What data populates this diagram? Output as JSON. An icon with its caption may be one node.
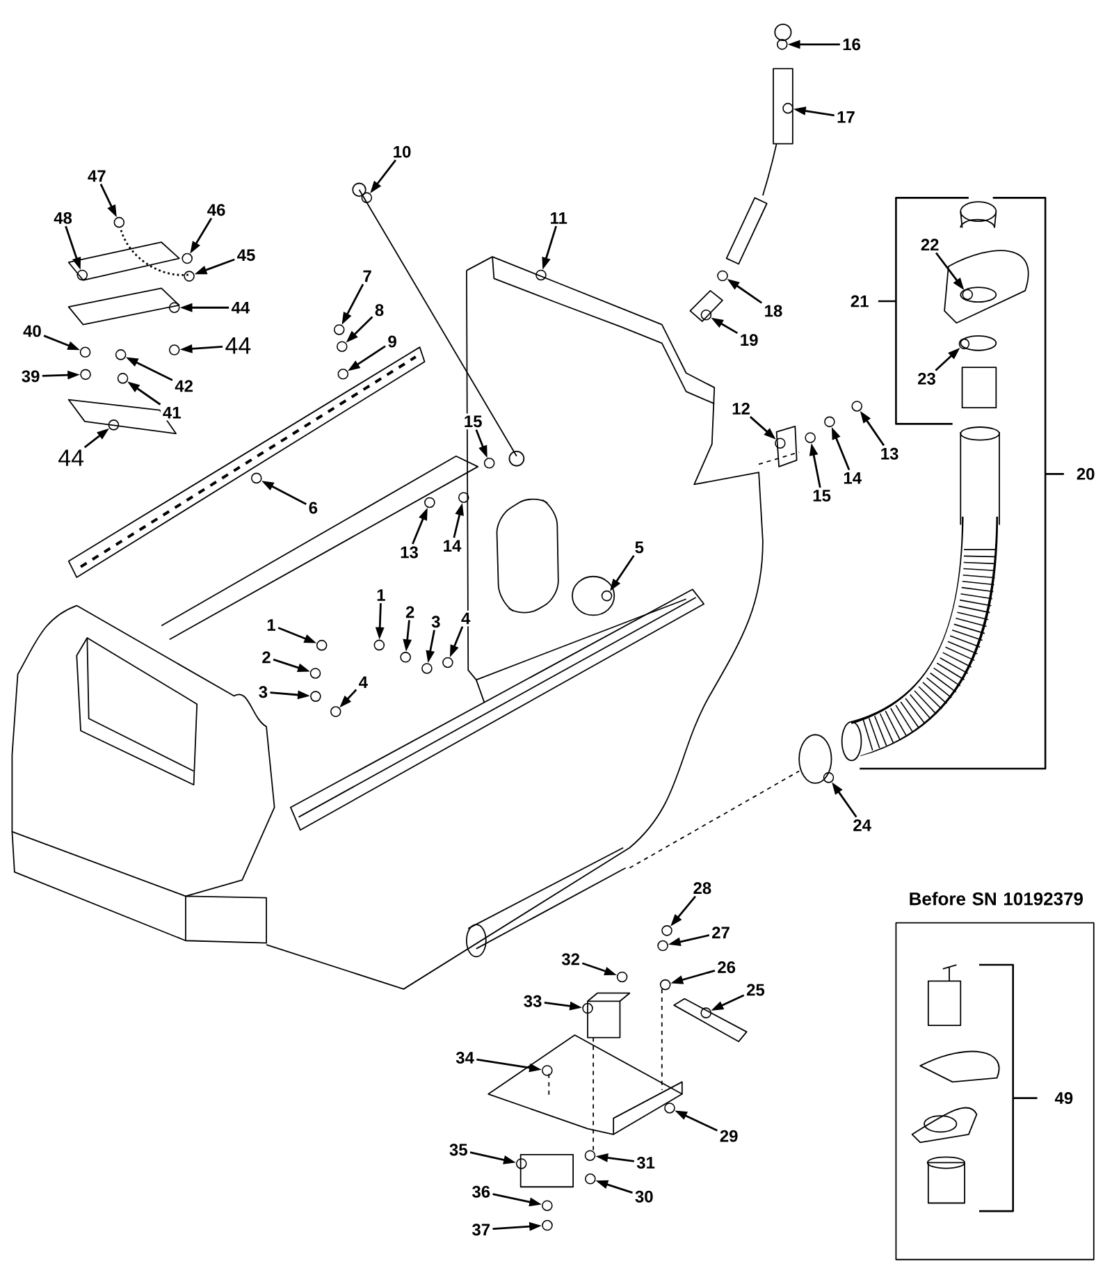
{
  "diagram": {
    "nodes": [
      {
        "text": [
          "16"
        ]
      },
      {
        "text": [
          "17"
        ]
      },
      {
        "text": [
          "10"
        ]
      },
      {
        "text": [
          "47"
        ]
      },
      {
        "text": [
          "46"
        ]
      },
      {
        "text": [
          "11"
        ]
      },
      {
        "text": [
          "48"
        ]
      },
      {
        "text": [
          "22"
        ]
      },
      {
        "text": [
          "45"
        ]
      },
      {
        "text": [
          "7"
        ]
      },
      {
        "text": [
          "44"
        ]
      },
      {
        "text": [
          "18"
        ]
      },
      {
        "text": [
          "8"
        ]
      },
      {
        "text": [
          "40"
        ]
      },
      {
        "text": [
          "19"
        ]
      },
      {
        "text": [
          "44"
        ]
      },
      {
        "text": [
          "9"
        ]
      },
      {
        "text": [
          "39"
        ]
      },
      {
        "text": [
          "23"
        ]
      },
      {
        "text": [
          "42"
        ]
      },
      {
        "text": [
          "12"
        ]
      },
      {
        "text": [
          "41"
        ]
      },
      {
        "text": [
          "15"
        ]
      },
      {
        "text": [
          "13"
        ]
      },
      {
        "text": [
          "44"
        ]
      },
      {
        "text": [
          "14"
        ]
      },
      {
        "text": [
          "15"
        ]
      },
      {
        "text": [
          "6"
        ]
      },
      {
        "text": [
          "14"
        ]
      },
      {
        "text": [
          "5"
        ]
      },
      {
        "text": [
          "13"
        ]
      },
      {
        "text": [
          "1"
        ]
      },
      {
        "text": [
          "2"
        ]
      },
      {
        "text": [
          "4"
        ]
      },
      {
        "text": [
          "3"
        ]
      },
      {
        "text": [
          "1"
        ]
      },
      {
        "text": [
          "2"
        ]
      },
      {
        "text": [
          "4"
        ]
      },
      {
        "text": [
          "3"
        ]
      },
      {
        "text": [
          "24"
        ]
      },
      {
        "text": [
          "28"
        ]
      },
      {
        "text": [
          "27"
        ]
      },
      {
        "text": [
          "32"
        ]
      },
      {
        "text": [
          "26"
        ]
      },
      {
        "text": [
          "25"
        ]
      },
      {
        "text": [
          "33"
        ]
      },
      {
        "text": [
          "34"
        ]
      },
      {
        "text": [
          "29"
        ]
      },
      {
        "text": [
          "35"
        ]
      },
      {
        "text": [
          "31"
        ]
      },
      {
        "text": [
          "30"
        ]
      },
      {
        "text": [
          "36"
        ]
      },
      {
        "text": [
          "37"
        ]
      },
      {
        "text": [
          "Before SN 10192379"
        ]
      },
      {
        "text": [],
        "shape": "circle"
      },
      {
        "text": [],
        "shape": "circle"
      },
      {
        "text": [],
        "shape": "circle"
      },
      {
        "text": [],
        "shape": "circle"
      },
      {
        "text": [],
        "shape": "circle"
      },
      {
        "text": [],
        "shape": "circle"
      },
      {
        "text": [],
        "shape": "circle"
      },
      {
        "text": [],
        "shape": "circle"
      },
      {
        "text": [],
        "shape": "circle"
      },
      {
        "text": [],
        "shape": "circle"
      },
      {
        "text": [],
        "shape": "circle"
      },
      {
        "text": [],
        "shape": "circle"
      },
      {
        "text": [],
        "shape": "circle"
      },
      {
        "text": [],
        "shape": "circle"
      },
      {
        "text": [],
        "shape": "circle"
      },
      {
        "text": [],
        "shape": "circle"
      },
      {
        "text": [],
        "shape": "circle"
      },
      {
        "text": [],
        "shape": "circle"
      },
      {
        "text": [],
        "shape": "circle"
      },
      {
        "text": [],
        "shape": "circle"
      },
      {
        "text": [],
        "shape": "circle"
      },
      {
        "text": [],
        "shape": "circle"
      },
      {
        "text": [],
        "shape": "circle"
      },
      {
        "text": [],
        "shape": "circle"
      },
      {
        "text": [],
        "shape": "circle"
      },
      {
        "text": [],
        "shape": "circle"
      },
      {
        "text": [],
        "shape": "circle"
      },
      {
        "text": [],
        "shape": "circle"
      },
      {
        "text": [],
        "shape": "circle"
      },
      {
        "text": [],
        "shape": "circle"
      },
      {
        "text": [],
        "shape": "circle"
      },
      {
        "text": [],
        "shape": "circle"
      },
      {
        "text": [],
        "shape": "circle"
      },
      {
        "text": [],
        "shape": "circle"
      },
      {
        "text": [],
        "shape": "circle"
      },
      {
        "text": [],
        "shape": "circle"
      },
      {
        "text": [],
        "shape": "circle"
      },
      {
        "text": [],
        "shape": "circle"
      },
      {
        "text": [],
        "shape": "circle"
      },
      {
        "text": [],
        "shape": "circle"
      },
      {
        "text": [],
        "shape": "circle"
      },
      {
        "text": [],
        "shape": "circle"
      },
      {
        "text": [],
        "shape": "circle"
      },
      {
        "text": [],
        "shape": "circle"
      },
      {
        "text": [],
        "shape": "circle"
      },
      {
        "text": [],
        "shape": "circle"
      },
      {
        "text": [],
        "shape": "circle"
      },
      {
        "text": [],
        "shape": "circle"
      },
      {
        "text": [],
        "shape": "circle"
      },
      {
        "text": [],
        "shape": "circle"
      },
      {
        "text": [],
        "shape": "circle"
      },
      {
        "text": [],
        "shape": "circle"
      },
      {
        "text": [],
        "shape": "circle"
      }
    ],
    "edges": [
      {
        "from": 0,
        "to": 54,
        "arrow": "to"
      },
      {
        "from": 1,
        "to": 55,
        "arrow": "to"
      },
      {
        "from": 2,
        "to": 56,
        "arrow": "to"
      },
      {
        "from": 3,
        "to": 57,
        "arrow": "to"
      },
      {
        "from": 4,
        "to": 58,
        "arrow": "to"
      },
      {
        "from": 5,
        "to": 59,
        "arrow": "to"
      },
      {
        "from": 6,
        "to": 60,
        "arrow": "to"
      },
      {
        "from": 7,
        "to": 61,
        "arrow": "to"
      },
      {
        "from": 8,
        "to": 62,
        "arrow": "to"
      },
      {
        "from": 9,
        "to": 63,
        "arrow": "to"
      },
      {
        "from": 10,
        "to": 64,
        "arrow": "to"
      },
      {
        "from": 11,
        "to": 65,
        "arrow": "to"
      },
      {
        "from": 12,
        "to": 66,
        "arrow": "to"
      },
      {
        "from": 13,
        "to": 67,
        "arrow": "to"
      },
      {
        "from": 14,
        "to": 68,
        "arrow": "to"
      },
      {
        "from": 15,
        "to": 69,
        "arrow": "to"
      },
      {
        "from": 16,
        "to": 70,
        "arrow": "to"
      },
      {
        "from": 17,
        "to": 71,
        "arrow": "to"
      },
      {
        "from": 18,
        "to": 72,
        "arrow": "to"
      },
      {
        "from": 19,
        "to": 73,
        "arrow": "to"
      },
      {
        "from": 20,
        "to": 74,
        "arrow": "to"
      },
      {
        "from": 21,
        "to": 75,
        "arrow": "to"
      },
      {
        "from": 22,
        "to": 76,
        "arrow": "to"
      },
      {
        "from": 23,
        "to": 77,
        "arrow": "to"
      },
      {
        "from": 24,
        "to": 78,
        "arrow": "to"
      },
      {
        "from": 25,
        "to": 79,
        "arrow": "to"
      },
      {
        "from": 26,
        "to": 80,
        "arrow": "to"
      },
      {
        "from": 27,
        "to": 81,
        "arrow": "to"
      },
      {
        "from": 28,
        "to": 82,
        "arrow": "to"
      },
      {
        "from": 29,
        "to": 83,
        "arrow": "to"
      },
      {
        "from": 30,
        "to": 84,
        "arrow": "to"
      },
      {
        "from": 31,
        "to": 85,
        "arrow": "to"
      },
      {
        "from": 32,
        "to": 86,
        "arrow": "to"
      },
      {
        "from": 33,
        "to": 87,
        "arrow": "to"
      },
      {
        "from": 34,
        "to": 88,
        "arrow": "to"
      },
      {
        "from": 35,
        "to": 89,
        "arrow": "to"
      },
      {
        "from": 36,
        "to": 90,
        "arrow": "to"
      },
      {
        "from": 37,
        "to": 91,
        "arrow": "to"
      },
      {
        "from": 38,
        "to": 92,
        "arrow": "to"
      },
      {
        "from": 39,
        "to": 93,
        "arrow": "to"
      },
      {
        "from": 40,
        "to": 94,
        "arrow": "to"
      },
      {
        "from": 41,
        "to": 95,
        "arrow": "to"
      },
      {
        "from": 42,
        "to": 96,
        "arrow": "to"
      },
      {
        "from": 43,
        "to": 97,
        "arrow": "to"
      },
      {
        "from": 44,
        "to": 98,
        "arrow": "to"
      },
      {
        "from": 45,
        "to": 99,
        "arrow": "to"
      },
      {
        "from": 46,
        "to": 100,
        "arrow": "to"
      },
      {
        "from": 47,
        "to": 101,
        "arrow": "to"
      },
      {
        "from": 48,
        "to": 102,
        "arrow": "to"
      },
      {
        "from": 49,
        "to": 103,
        "arrow": "to"
      },
      {
        "from": 50,
        "to": 104,
        "arrow": "to"
      },
      {
        "from": 51,
        "to": 105,
        "arrow": "to"
      },
      {
        "from": 52,
        "to": 106,
        "arrow": "to"
      }
    ],
    "labels": [
      "21",
      "20",
      "49"
    ]
  }
}
